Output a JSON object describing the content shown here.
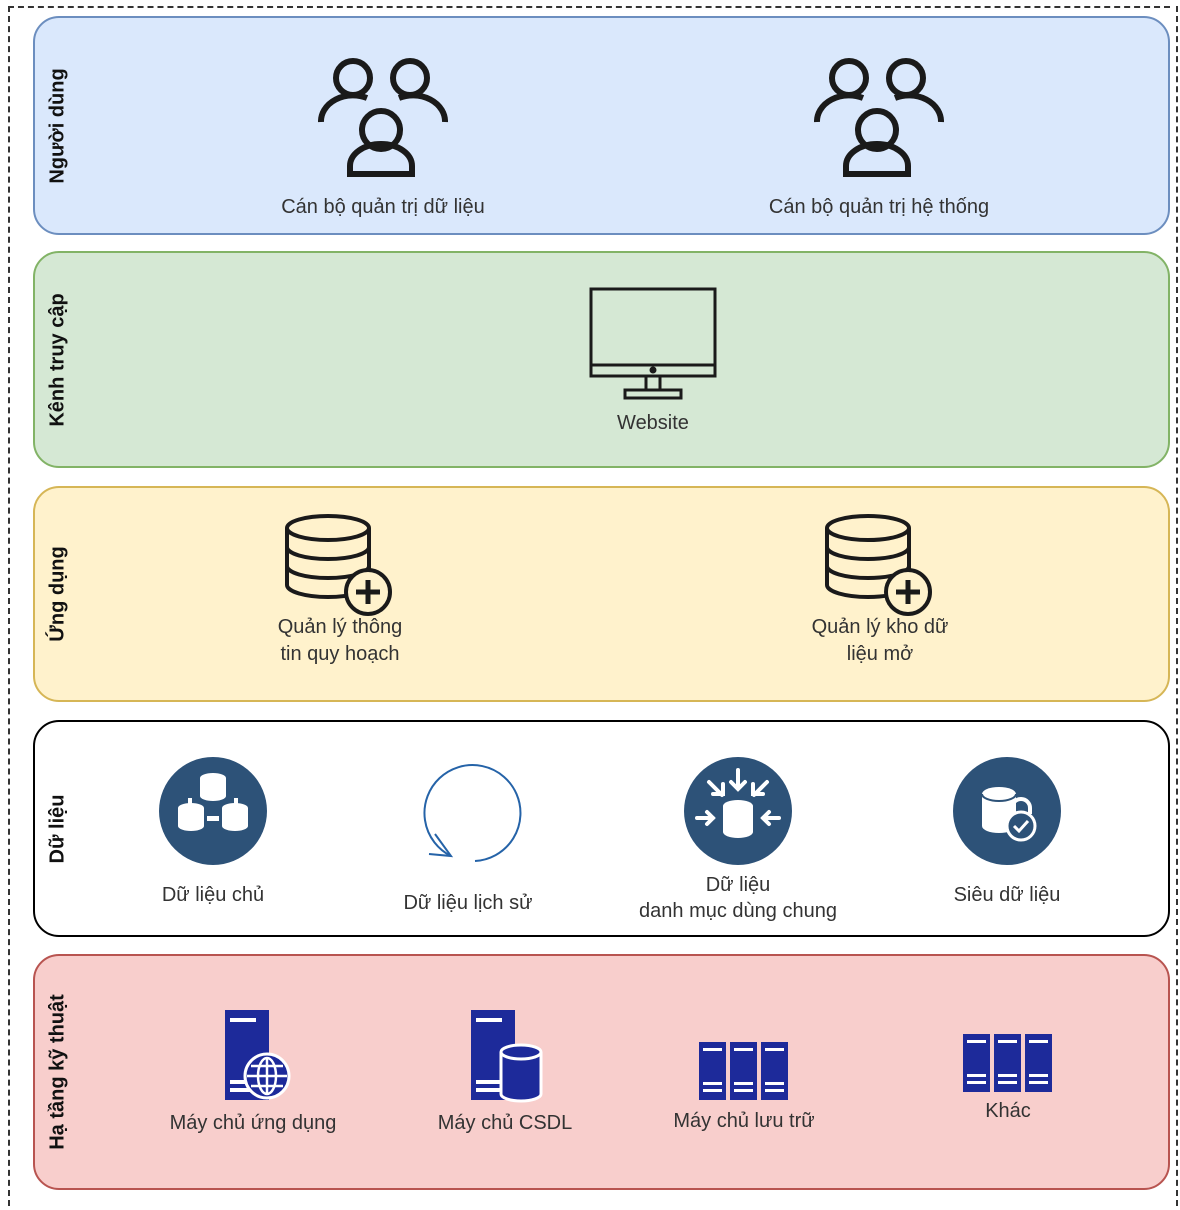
{
  "layers": {
    "users": {
      "title": "Người dùng",
      "items": [
        {
          "label": "Cán bộ quản trị dữ liệu",
          "icon": "user-group-icon"
        },
        {
          "label": "Cán bộ quản trị hệ thống",
          "icon": "user-group-icon"
        }
      ]
    },
    "channels": {
      "title": "Kênh truy cập",
      "items": [
        {
          "label": "Website",
          "icon": "monitor-icon"
        }
      ]
    },
    "apps": {
      "title": "Ứng dụng",
      "items": [
        {
          "label_line1": "Quản lý thông",
          "label_line2": "tin quy hoạch",
          "icon": "database-add-icon"
        },
        {
          "label_line1": "Quản lý kho dữ",
          "label_line2": "liệu mở",
          "icon": "database-add-icon"
        }
      ]
    },
    "data": {
      "title": "Dữ liệu",
      "items": [
        {
          "label": "Dữ liệu chủ",
          "icon": "master-data-icon"
        },
        {
          "label": "Dữ liệu lịch sử",
          "icon": "refresh-circle-icon"
        },
        {
          "label_line1": "Dữ liệu",
          "label_line2": "danh mục dùng chung",
          "icon": "shared-data-icon"
        },
        {
          "label": "Siêu dữ liệu",
          "icon": "metadata-lock-icon"
        }
      ]
    },
    "infra": {
      "title": "Hạ tầng kỹ thuật",
      "items": [
        {
          "label": "Máy chủ ứng dụng",
          "icon": "web-server-icon"
        },
        {
          "label": "Máy chủ CSDL",
          "icon": "database-server-icon"
        },
        {
          "label": "Máy chủ lưu trữ",
          "icon": "storage-server-icon"
        },
        {
          "label": "Khác",
          "icon": "server-rack-icon"
        }
      ]
    }
  },
  "colors": {
    "users_fill": "#dae8fc",
    "users_stroke": "#6c8ebf",
    "channels_fill": "#d5e8d4",
    "channels_stroke": "#82b366",
    "apps_fill": "#fff2cc",
    "apps_stroke": "#d6b656",
    "data_fill": "#ffffff",
    "data_stroke": "#000000",
    "infra_fill": "#f8cecc",
    "infra_stroke": "#b85450",
    "icon_dark": "#2d5278",
    "server_blue": "#1d2a9a"
  }
}
